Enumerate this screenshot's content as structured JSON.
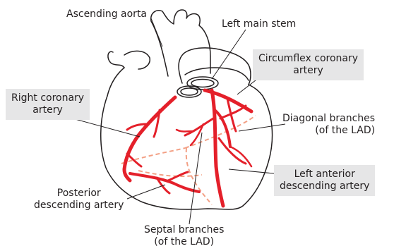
{
  "labels": {
    "ascending_aorta": "Ascending aorta",
    "left_main_stem": "Left main stem",
    "circumflex_line1": "Circumflex coronary",
    "circumflex_line2": "artery",
    "right_coronary_line1": "Right coronary",
    "right_coronary_line2": "artery",
    "diagonal_line1": "Diagonal branches",
    "diagonal_line2": "(of the LAD)",
    "lad_line1": "Left anterior",
    "lad_line2": "descending artery",
    "posterior_line1": "Posterior",
    "posterior_line2": "descending artery",
    "septal_line1": "Septal branches",
    "septal_line2": "(of the LAD)"
  },
  "colors": {
    "artery": "#e4202a",
    "hidden_vessel": "#f3a085",
    "outline": "#231f20",
    "label_box": "#e6e6e7"
  }
}
